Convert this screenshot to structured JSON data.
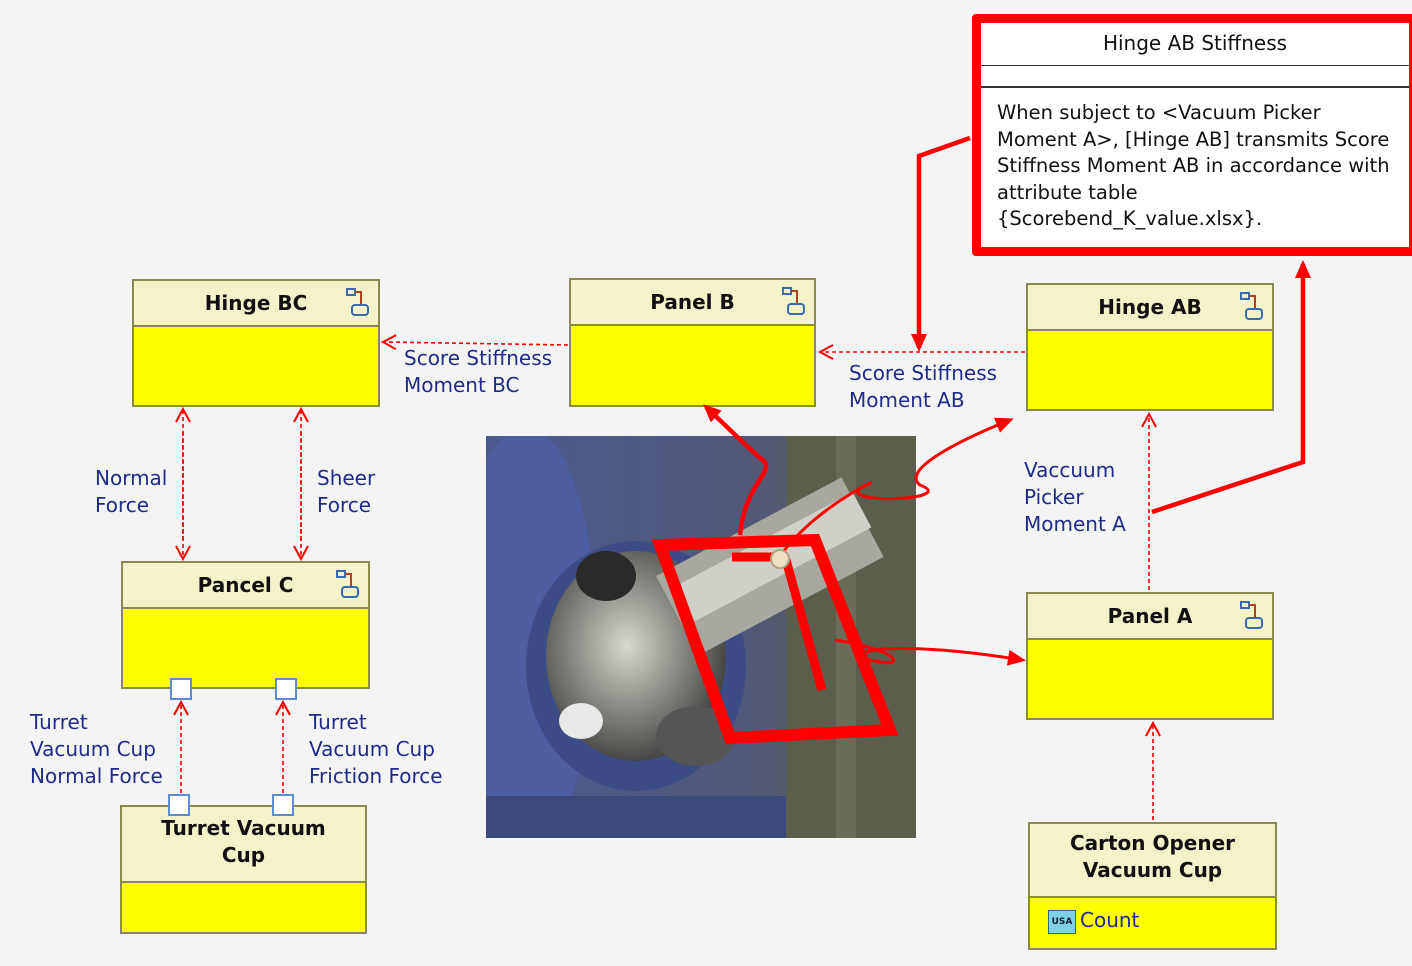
{
  "blocks": {
    "hinge_bc": {
      "title": "Hinge BC"
    },
    "panel_b": {
      "title": "Panel B"
    },
    "hinge_ab": {
      "title": "Hinge AB"
    },
    "pancel_c": {
      "title": "Pancel C"
    },
    "panel_a": {
      "title": "Panel A"
    },
    "turret_vacuum_cup": {
      "title_line1": "Turret Vacuum",
      "title_line2": "Cup"
    },
    "carton_opener": {
      "title_line1": "Carton Opener",
      "title_line2": "Vacuum Cup",
      "attribute": "Count",
      "attribute_icon": "usa-icon"
    }
  },
  "labels": {
    "score_stiffness_bc": "Score Stiffness\nMoment BC",
    "score_stiffness_ab": "Score Stiffness\nMoment AB",
    "normal_force": "Normal\nForce",
    "sheer_force": "Sheer\nForce",
    "vaccuum_picker": "Vaccuum\nPicker\nMoment A",
    "turret_normal": "Turret\nVacuum Cup\nNormal Force",
    "turret_friction": "Turret\nVacuum Cup\nFriction Force"
  },
  "note": {
    "title": "Hinge AB Stiffness",
    "body": "When subject  to <Vacuum Picker Moment A>, [Hinge AB] transmits Score Stiffness Moment AB in accordance with attribute table {Scorebend_K_value.xlsx}."
  },
  "colors": {
    "block_fill": "#ffff00",
    "block_header": "#f3f2c8",
    "connector": "#ff0000",
    "label_text": "#1f2a8a",
    "highlight": "#ff0000"
  },
  "icons": [
    "block-stereotype-icon",
    "usa-icon"
  ]
}
